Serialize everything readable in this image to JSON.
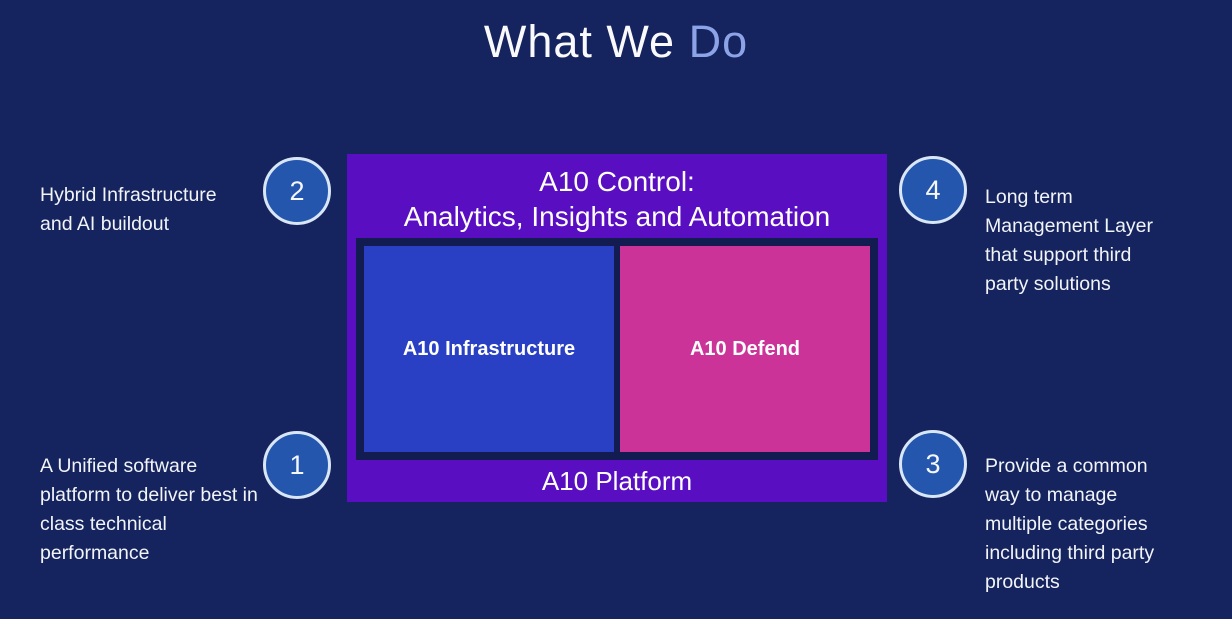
{
  "title": {
    "part1": "What We ",
    "part2": "Do"
  },
  "diagram": {
    "control_line1": "A10 Control:",
    "control_line2": "Analytics, Insights and Automation",
    "infrastructure_label": "A10 Infrastructure",
    "defend_label": "A10 Defend",
    "platform_label": "A10 Platform"
  },
  "callouts": [
    {
      "number": "1",
      "position": "bottom-left",
      "text": "A Unified software platform to deliver best in class technical performance"
    },
    {
      "number": "2",
      "position": "top-left",
      "text": "Hybrid Infrastructure and AI buildout"
    },
    {
      "number": "3",
      "position": "bottom-right",
      "text": "Provide a common way to manage multiple categories including third party products"
    },
    {
      "number": "4",
      "position": "top-right",
      "text": "Long term Management Layer that support third party solutions"
    }
  ],
  "colors": {
    "background": "#15245E",
    "control_purple": "#5A0EC2",
    "infrastructure_blue": "#2A40C4",
    "defend_magenta": "#CB3398",
    "frame_navy": "#121C50",
    "circle_fill": "#2456AE",
    "circle_border": "#D9E6F5",
    "title_accent": "#8CA3E8",
    "text": "#F2F4F8"
  }
}
